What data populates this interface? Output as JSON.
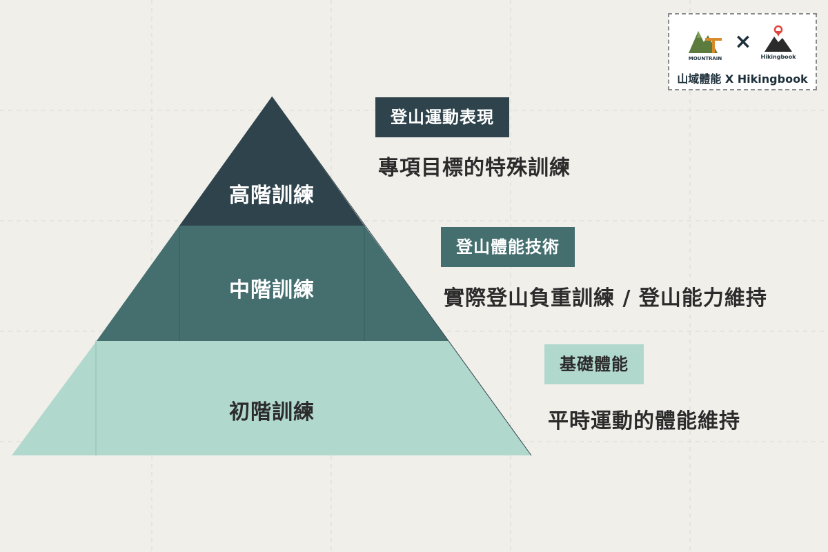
{
  "brand": {
    "left_logo_text": "MOUNTRAIN",
    "separator": "×",
    "right_logo_text": "Hikingbook",
    "caption": "山域體能 X Hikingbook"
  },
  "pyramid": {
    "levels": [
      {
        "label": "高階訓練",
        "color": "#2f434c",
        "text_color": "#ffffff"
      },
      {
        "label": "中階訓練",
        "color": "#456e6f",
        "text_color": "#ffffff"
      },
      {
        "label": "初階訓練",
        "color": "#b1d8cd",
        "text_color": "#2b2b2b"
      }
    ]
  },
  "callouts": [
    {
      "tag": "登山運動表現",
      "tag_color": "#2f434c",
      "description": "專項目標的特殊訓練"
    },
    {
      "tag": "登山體能技術",
      "tag_color": "#456e6f",
      "description": "實際登山負重訓練 / 登山能力維持"
    },
    {
      "tag": "基礎體能",
      "tag_color": "#b1d8cd",
      "description": "平時運動的體能維持"
    }
  ],
  "colors": {
    "background": "#f1efea",
    "logo_green": "#5b7c3c",
    "logo_orange": "#d98a2b",
    "pin_red": "#e0443a"
  }
}
